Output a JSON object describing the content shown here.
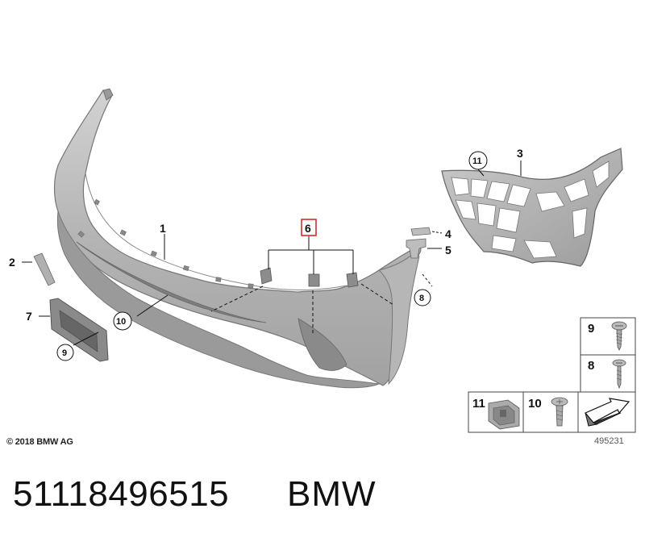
{
  "diagram": {
    "copyright": "© 2018 BMW AG",
    "diagram_id": "495231",
    "callouts": {
      "c1": "1",
      "c2": "2",
      "c3": "3",
      "c4": "4",
      "c5": "5",
      "c6": "6",
      "c7": "7",
      "c8": "8",
      "c9": "9",
      "c10": "10",
      "c11": "11"
    },
    "legend": {
      "l9": "9",
      "l8": "8",
      "l11": "11",
      "l10": "10"
    }
  },
  "footer": {
    "part_number": "51118496515",
    "brand": "BMW"
  }
}
